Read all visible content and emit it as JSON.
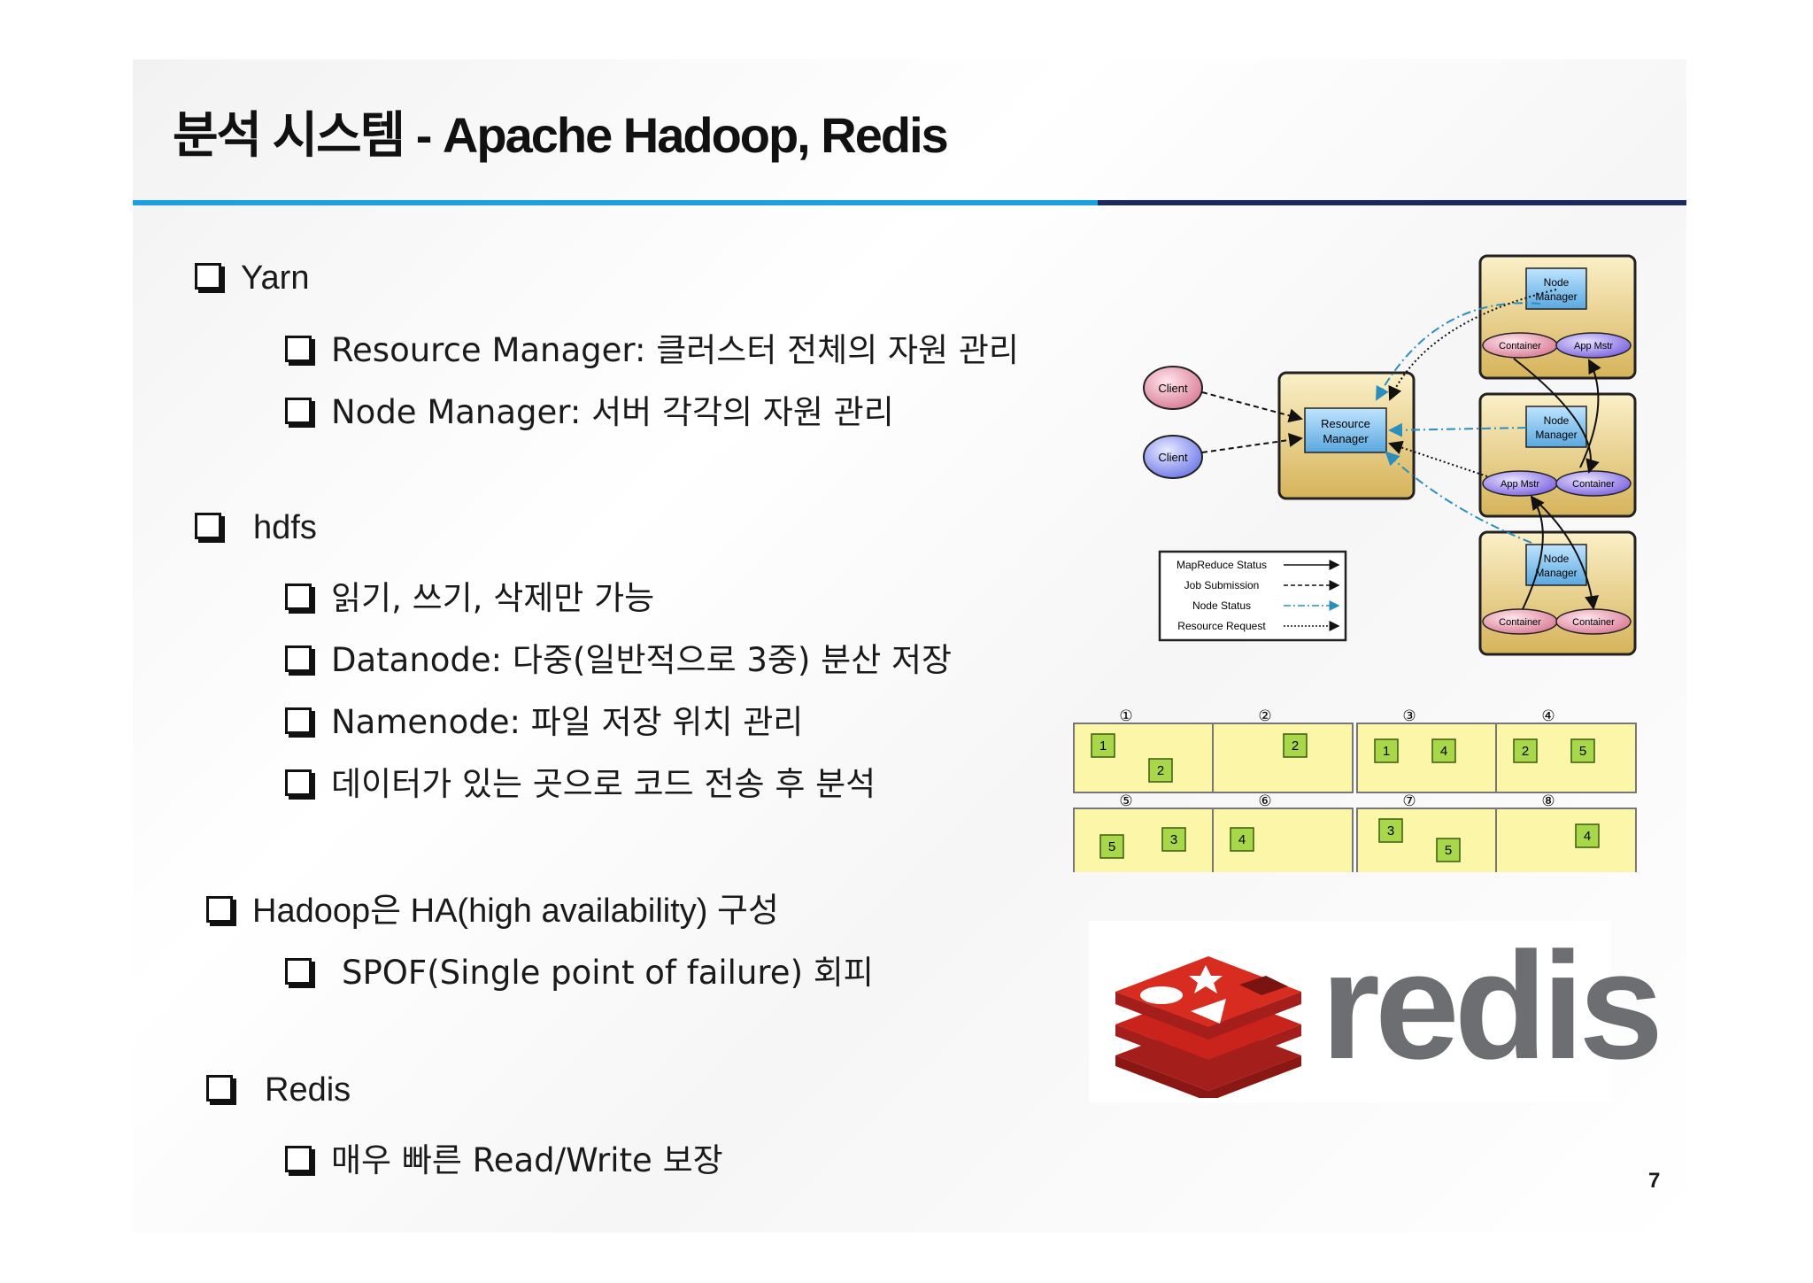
{
  "title": "분석 시스템  - Apache Hadoop, Redis",
  "page_number": "7",
  "bullets": [
    {
      "text": "Yarn"
    },
    {
      "text": "Resource Manager: 클러스터 전체의 자원 관리"
    },
    {
      "text": "Node Manager: 서버 각각의 자원 관리"
    },
    {
      "text": "hdfs"
    },
    {
      "text": "읽기, 쓰기, 삭제만 가능"
    },
    {
      "text": "Datanode: 다중(일반적으로 3중) 분산 저장"
    },
    {
      "text": "Namenode: 파일 저장 위치 관리"
    },
    {
      "text": "데이터가 있는 곳으로 코드 전송 후 분석"
    },
    {
      "text": "Hadoop은 HA(high availability) 구성"
    },
    {
      "text": "SPOF(Single point of failure) 회피"
    },
    {
      "text": "Redis"
    },
    {
      "text": "매우 빠른 Read/Write 보장"
    }
  ],
  "yarn_diagram": {
    "client_1": "Client",
    "client_2": "Client",
    "resource_manager": [
      "Resource",
      "Manager"
    ],
    "node_manager": [
      "Node",
      "Manager"
    ],
    "container": "Container",
    "app_mstr": "App Mstr",
    "legend": [
      "MapReduce Status",
      "Job Submission",
      "Node Status",
      "Resource Request"
    ]
  },
  "hdfs_grid": {
    "nodes": [
      {
        "label": "①",
        "blocks": [
          "1",
          "2"
        ]
      },
      {
        "label": "②",
        "blocks": [
          "2"
        ]
      },
      {
        "label": "③",
        "blocks": [
          "1",
          "4"
        ]
      },
      {
        "label": "④",
        "blocks": [
          "2",
          "5"
        ]
      },
      {
        "label": "⑤",
        "blocks": [
          "5",
          "3"
        ]
      },
      {
        "label": "⑥",
        "blocks": [
          "4"
        ]
      },
      {
        "label": "⑦",
        "blocks": [
          "3",
          "5"
        ]
      },
      {
        "label": "⑧",
        "blocks": [
          "4"
        ]
      }
    ]
  },
  "redis_logo": {
    "wordmark": "redis",
    "brand_color": "#d82c20",
    "text_color": "#6d6e71"
  }
}
